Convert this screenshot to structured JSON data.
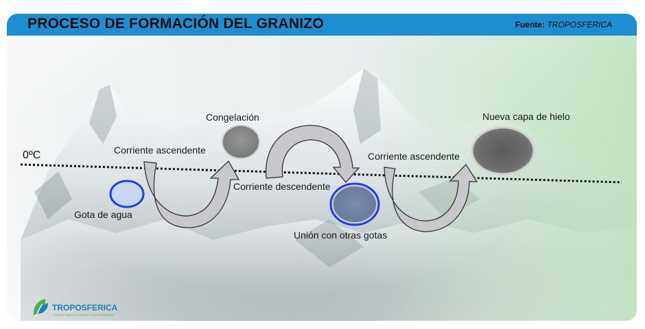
{
  "header": {
    "title": "PROCESO DE FORMACIÓN DEL GRANIZO",
    "source_label": "Fuente:",
    "source_value": "TROPOSFERICA",
    "color": "#1e8ed0"
  },
  "diagram": {
    "freezing_line_label": "0ºC",
    "labels": {
      "water_drop": "Gota de agua",
      "updraft_1": "Corriente ascendente",
      "freezing": "Congelación",
      "downdraft": "Corriente descendente",
      "merge": "Unión con otras gotas",
      "updraft_2": "Corriente ascendente",
      "new_ice_layer": "Nueva capa de hielo"
    },
    "colors": {
      "drop_fill": "#c8d6f5",
      "drop_stroke": "#1f3fe0",
      "ice": "#6d6d6d",
      "arrow_fill": "#c8c8cc"
    }
  },
  "logo": {
    "name": "TROPOSFERICA",
    "tagline": "CONECTANDO EL MEDIO Y LAS PERSONAS"
  }
}
